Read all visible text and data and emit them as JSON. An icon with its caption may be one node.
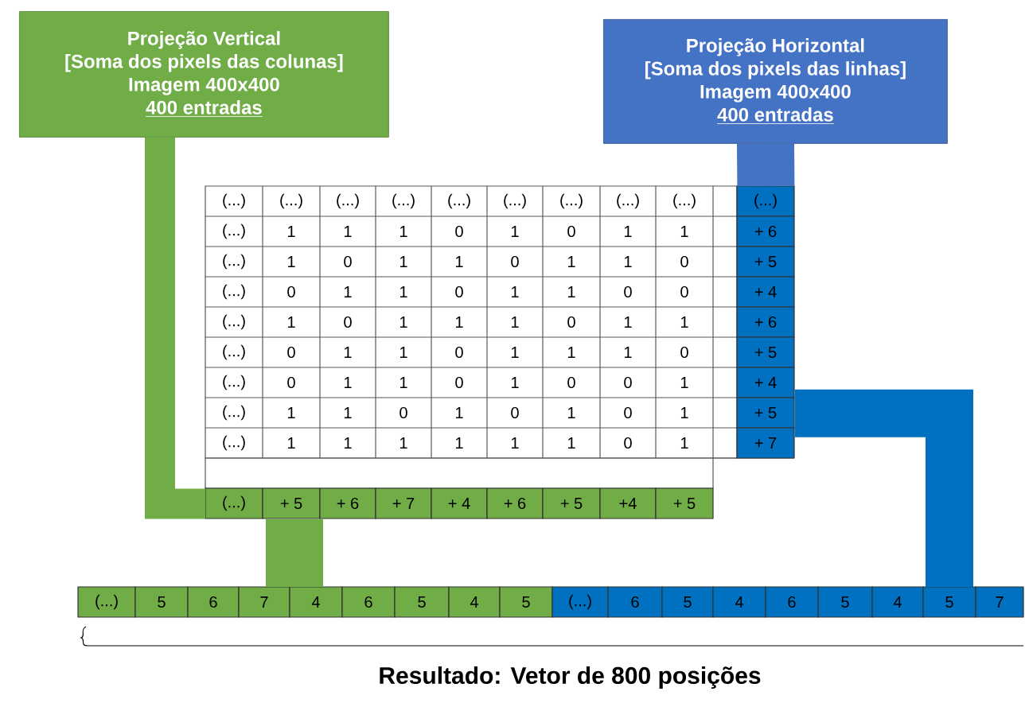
{
  "diagram": {
    "caption": "Resultado: Vetor de 800 posições",
    "nodes": [
      {
        "text": [
          "Projeção Vertical",
          "[Soma dos pixels das colunas]",
          "Imagem 400x400",
          "400 entradas"
        ]
      },
      {
        "text": [
          "Projeção Horizontal",
          "[Soma dos pixels das linhas]",
          "Imagem 400x400",
          "400 entradas"
        ]
      },
      {
        "text": [
          "(...)",
          "+ 5",
          "+ 6",
          "+ 7",
          "+ 4",
          "+ 6",
          "+ 5",
          "+4",
          "+ 5"
        ]
      },
      {
        "text": [
          "(...)",
          "+ 6",
          "+ 5",
          "+ 4",
          "+ 6",
          "+ 5",
          "+ 4",
          "+ 5",
          "+ 7"
        ]
      },
      {
        "text": [
          "(...)",
          "5",
          "6",
          "7",
          "4",
          "6",
          "5",
          "4",
          "5",
          "(...)",
          "6",
          "5",
          "4",
          "6",
          "5",
          "4",
          "5",
          "7"
        ]
      }
    ],
    "edges": [
      {
        "from": 0,
        "to": 2,
        "arrow": "none",
        "color": "#70ad47"
      },
      {
        "from": 1,
        "to": 3,
        "arrow": "none",
        "color": "#4472c4"
      },
      {
        "from": 2,
        "to": 4,
        "arrow": "none",
        "color": "#70ad47"
      },
      {
        "from": 3,
        "to": 4,
        "arrow": "none",
        "color": "#0070c0"
      }
    ],
    "labels": [
      "(...)",
      "(...)",
      "(...)",
      "(...)",
      "(...)",
      "(...)",
      "(...)",
      "(...)",
      "(...)",
      "(...)",
      "1",
      "1",
      "1",
      "0",
      "1",
      "0",
      "1",
      "1",
      "(...)",
      "1",
      "0",
      "1",
      "1",
      "0",
      "1",
      "1",
      "0",
      "(...)",
      "0",
      "1",
      "1",
      "0",
      "1",
      "1",
      "0",
      "0",
      "(...)",
      "1",
      "0",
      "1",
      "1",
      "1",
      "0",
      "1",
      "1",
      "(...)",
      "0",
      "1",
      "1",
      "0",
      "1",
      "1",
      "1",
      "0",
      "(...)",
      "0",
      "1",
      "1",
      "0",
      "1",
      "0",
      "0",
      "1",
      "(...)",
      "1",
      "1",
      "0",
      "1",
      "0",
      "1",
      "0",
      "1",
      "(...)",
      "1",
      "1",
      "1",
      "1",
      "1",
      "1",
      "0",
      "1"
    ]
  }
}
